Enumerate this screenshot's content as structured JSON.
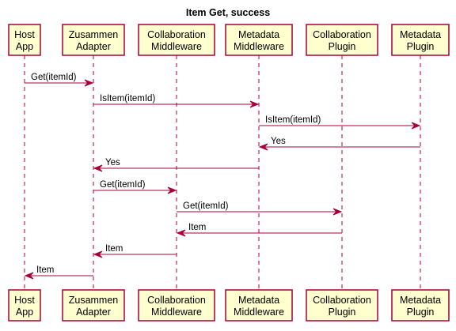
{
  "diagram": {
    "title": "Item Get, success",
    "colors": {
      "box_fill": "#FEFECE",
      "box_border": "#A80036",
      "arrow": "#A80036",
      "lifeline": "#A80036"
    },
    "participants": [
      {
        "id": "host",
        "line1": "Host",
        "line2": "App"
      },
      {
        "id": "zusammen",
        "line1": "Zusammen",
        "line2": "Adapter"
      },
      {
        "id": "collab-mw",
        "line1": "Collaboration",
        "line2": "Middleware"
      },
      {
        "id": "meta-mw",
        "line1": "Metadata",
        "line2": "Middleware"
      },
      {
        "id": "collab-plugin",
        "line1": "Collaboration",
        "line2": "Plugin"
      },
      {
        "id": "meta-plugin",
        "line1": "Metadata",
        "line2": "Plugin"
      }
    ],
    "messages": [
      {
        "from": 0,
        "to": 1,
        "label": "Get(itemId)"
      },
      {
        "from": 1,
        "to": 3,
        "label": "IsItem(itemId)"
      },
      {
        "from": 3,
        "to": 5,
        "label": "IsItem(itemId)"
      },
      {
        "from": 5,
        "to": 3,
        "label": "Yes"
      },
      {
        "from": 3,
        "to": 1,
        "label": "Yes"
      },
      {
        "from": 1,
        "to": 2,
        "label": "Get(itemId)"
      },
      {
        "from": 2,
        "to": 4,
        "label": "Get(itemId)"
      },
      {
        "from": 4,
        "to": 2,
        "label": "Item"
      },
      {
        "from": 2,
        "to": 1,
        "label": "Item"
      },
      {
        "from": 1,
        "to": 0,
        "label": "Item"
      }
    ]
  }
}
